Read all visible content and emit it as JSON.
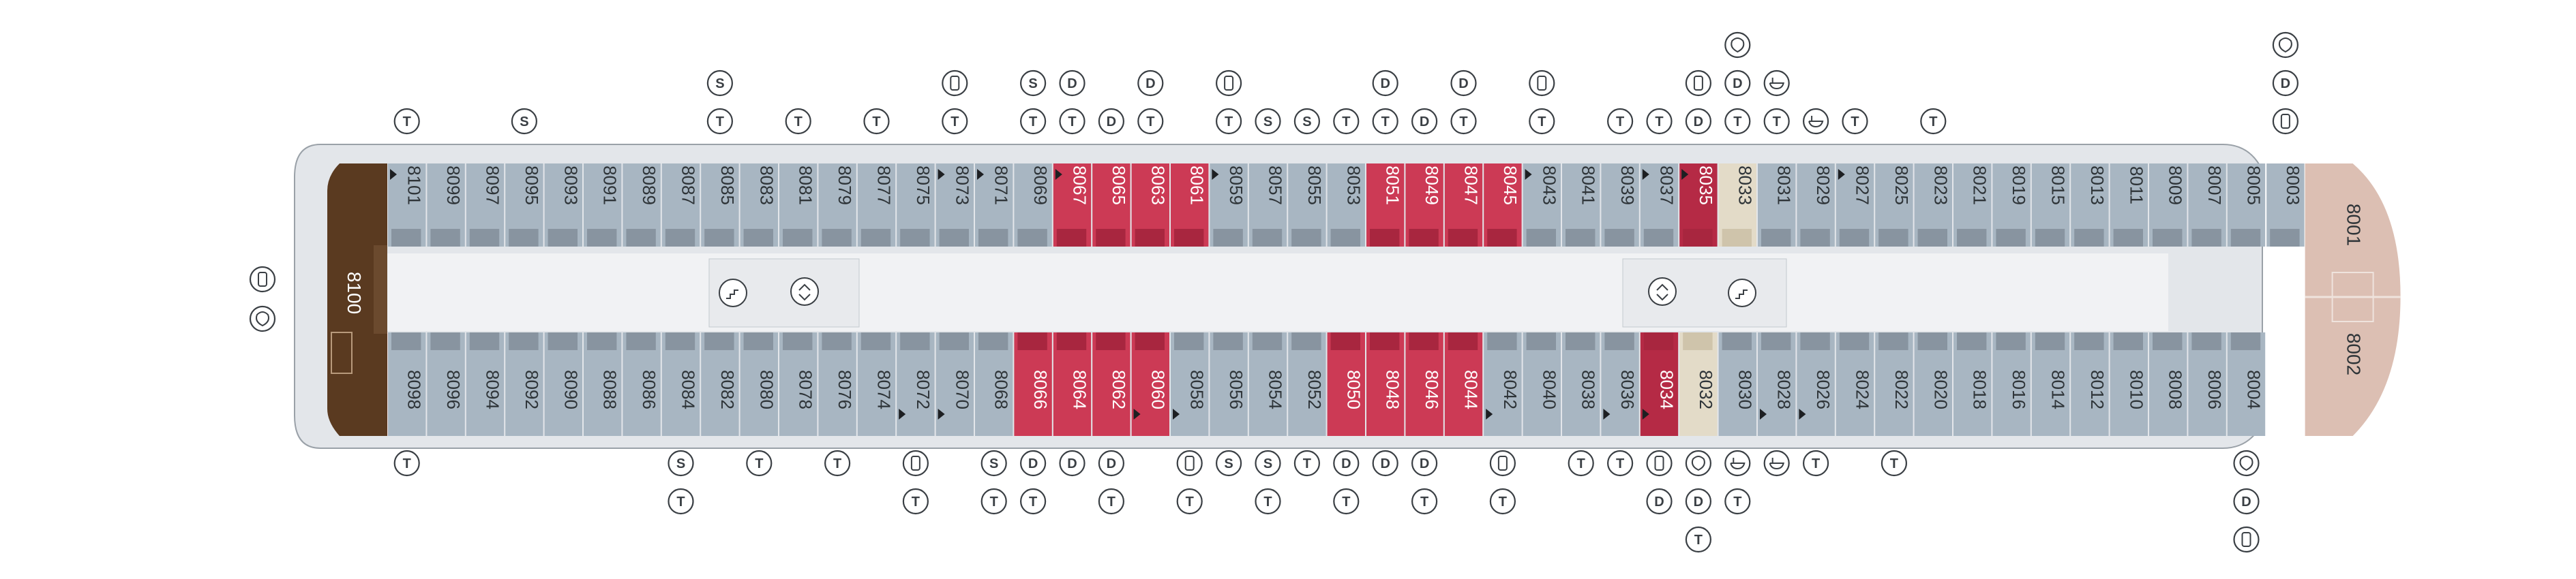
{
  "colors": {
    "hull": "#e3e6ea",
    "hull_stroke": "#9aa1a8",
    "corridor": "#f1f2f4",
    "cabin_standard": "#a8b6c2",
    "cabin_balcony_strip": "#8894a0",
    "cabin_red": "#cc3a55",
    "cabin_red_dark": "#b52a45",
    "cabin_beige": "#e3dbc8",
    "cabin_suite_brown": "#5a3a20",
    "bow_pink": "#dcbfb3",
    "text_dark": "#2e3438",
    "icon_stroke": "#3a3f44"
  },
  "legend_codes": {
    "T": "T",
    "S": "S",
    "D": "D"
  },
  "top_cabins": [
    {
      "num": "8101",
      "type": "std",
      "tri": true
    },
    {
      "num": "8099",
      "type": "std"
    },
    {
      "num": "8097",
      "type": "std"
    },
    {
      "num": "8095",
      "type": "std"
    },
    {
      "num": "8093",
      "type": "std"
    },
    {
      "num": "8091",
      "type": "std"
    },
    {
      "num": "8089",
      "type": "std"
    },
    {
      "num": "8087",
      "type": "std"
    },
    {
      "num": "8085",
      "type": "std"
    },
    {
      "num": "8083",
      "type": "std"
    },
    {
      "num": "8081",
      "type": "std"
    },
    {
      "num": "8079",
      "type": "std"
    },
    {
      "num": "8077",
      "type": "std"
    },
    {
      "num": "8075",
      "type": "std"
    },
    {
      "num": "8073",
      "type": "std",
      "tri": true
    },
    {
      "num": "8071",
      "type": "std",
      "tri": true
    },
    {
      "num": "8069",
      "type": "std"
    },
    {
      "num": "8067",
      "type": "red",
      "tri": true
    },
    {
      "num": "8065",
      "type": "red"
    },
    {
      "num": "8063",
      "type": "red"
    },
    {
      "num": "8061",
      "type": "red"
    },
    {
      "num": "8059",
      "type": "std",
      "tri": true
    },
    {
      "num": "8057",
      "type": "std"
    },
    {
      "num": "8055",
      "type": "std"
    },
    {
      "num": "8053",
      "type": "std"
    },
    {
      "num": "8051",
      "type": "red"
    },
    {
      "num": "8049",
      "type": "red"
    },
    {
      "num": "8047",
      "type": "red"
    },
    {
      "num": "8045",
      "type": "red"
    },
    {
      "num": "8043",
      "type": "std",
      "tri": true
    },
    {
      "num": "8041",
      "type": "std"
    },
    {
      "num": "8039",
      "type": "std"
    },
    {
      "num": "8037",
      "type": "std",
      "tri": true
    },
    {
      "num": "8035",
      "type": "reddark",
      "tri": true
    },
    {
      "num": "8033",
      "type": "beige"
    },
    {
      "num": "8031",
      "type": "std"
    },
    {
      "num": "8029",
      "type": "std"
    },
    {
      "num": "8027",
      "type": "std",
      "tri": true
    },
    {
      "num": "8025",
      "type": "std"
    },
    {
      "num": "8023",
      "type": "std"
    },
    {
      "num": "8021",
      "type": "std"
    },
    {
      "num": "8019",
      "type": "std"
    },
    {
      "num": "8015",
      "type": "std"
    },
    {
      "num": "8013",
      "type": "std"
    },
    {
      "num": "8011",
      "type": "std"
    },
    {
      "num": "8009",
      "type": "std"
    },
    {
      "num": "8007",
      "type": "std"
    },
    {
      "num": "8005",
      "type": "std"
    },
    {
      "num": "8003",
      "type": "std"
    }
  ],
  "bottom_cabins": [
    {
      "num": "8098",
      "type": "std"
    },
    {
      "num": "8096",
      "type": "std"
    },
    {
      "num": "8094",
      "type": "std"
    },
    {
      "num": "8092",
      "type": "std"
    },
    {
      "num": "8090",
      "type": "std"
    },
    {
      "num": "8088",
      "type": "std"
    },
    {
      "num": "8086",
      "type": "std"
    },
    {
      "num": "8084",
      "type": "std"
    },
    {
      "num": "8082",
      "type": "std"
    },
    {
      "num": "8080",
      "type": "std"
    },
    {
      "num": "8078",
      "type": "std"
    },
    {
      "num": "8076",
      "type": "std"
    },
    {
      "num": "8074",
      "type": "std"
    },
    {
      "num": "8072",
      "type": "std",
      "tri": true
    },
    {
      "num": "8070",
      "type": "std",
      "tri": true
    },
    {
      "num": "8068",
      "type": "std"
    },
    {
      "num": "8066",
      "type": "red"
    },
    {
      "num": "8064",
      "type": "red"
    },
    {
      "num": "8062",
      "type": "red"
    },
    {
      "num": "8060",
      "type": "red",
      "tri": true
    },
    {
      "num": "8058",
      "type": "std",
      "tri": true
    },
    {
      "num": "8056",
      "type": "std"
    },
    {
      "num": "8054",
      "type": "std"
    },
    {
      "num": "8052",
      "type": "std"
    },
    {
      "num": "8050",
      "type": "red"
    },
    {
      "num": "8048",
      "type": "red"
    },
    {
      "num": "8046",
      "type": "red"
    },
    {
      "num": "8044",
      "type": "red"
    },
    {
      "num": "8042",
      "type": "std",
      "tri": true
    },
    {
      "num": "8040",
      "type": "std"
    },
    {
      "num": "8038",
      "type": "std"
    },
    {
      "num": "8036",
      "type": "std",
      "tri": true
    },
    {
      "num": "8034",
      "type": "reddark",
      "tri": true
    },
    {
      "num": "8032",
      "type": "beige"
    },
    {
      "num": "8030",
      "type": "std"
    },
    {
      "num": "8028",
      "type": "std",
      "tri": true
    },
    {
      "num": "8026",
      "type": "std",
      "tri": true
    },
    {
      "num": "8024",
      "type": "std"
    },
    {
      "num": "8022",
      "type": "std"
    },
    {
      "num": "8020",
      "type": "std"
    },
    {
      "num": "8018",
      "type": "std"
    },
    {
      "num": "8016",
      "type": "std"
    },
    {
      "num": "8014",
      "type": "std"
    },
    {
      "num": "8012",
      "type": "std"
    },
    {
      "num": "8010",
      "type": "std"
    },
    {
      "num": "8008",
      "type": "std"
    },
    {
      "num": "8006",
      "type": "std"
    },
    {
      "num": "8004",
      "type": "std"
    }
  ],
  "special_cabins": {
    "stern_suite": "8100",
    "bow_top": "8001",
    "bow_bottom": "8002"
  },
  "top_icons": [
    {
      "col": 0,
      "stack": [
        "T"
      ]
    },
    {
      "col": 3,
      "stack": [
        "S"
      ]
    },
    {
      "col": 8,
      "stack": [
        "S",
        "T"
      ]
    },
    {
      "col": 10,
      "stack": [
        "T"
      ]
    },
    {
      "col": 12,
      "stack": [
        "T"
      ]
    },
    {
      "col": 14,
      "stack": [
        "crib",
        "T"
      ]
    },
    {
      "col": 16,
      "stack": [
        "S",
        "T"
      ]
    },
    {
      "col": 17,
      "stack": [
        "D",
        "T"
      ]
    },
    {
      "col": 18,
      "stack": [
        "D"
      ]
    },
    {
      "col": 19,
      "stack": [
        "D",
        "T"
      ]
    },
    {
      "col": 21,
      "stack": [
        "crib",
        "T"
      ]
    },
    {
      "col": 22,
      "stack": [
        "S"
      ]
    },
    {
      "col": 23,
      "stack": [
        "S"
      ]
    },
    {
      "col": 24,
      "stack": [
        "T"
      ]
    },
    {
      "col": 25,
      "stack": [
        "D",
        "T"
      ]
    },
    {
      "col": 26,
      "stack": [
        "D"
      ]
    },
    {
      "col": 27,
      "stack": [
        "D",
        "T"
      ]
    },
    {
      "col": 29,
      "stack": [
        "crib",
        "T"
      ]
    },
    {
      "col": 31,
      "stack": [
        "T"
      ]
    },
    {
      "col": 32,
      "stack": [
        "T"
      ]
    },
    {
      "col": 33,
      "stack": [
        "crib",
        "D"
      ]
    },
    {
      "col": 34,
      "stack": [
        "spa",
        "D",
        "T"
      ]
    },
    {
      "col": 35,
      "stack": [
        "tub",
        "T"
      ]
    },
    {
      "col": 36,
      "stack": [
        "tub"
      ]
    },
    {
      "col": 37,
      "stack": [
        "T"
      ]
    },
    {
      "col": 39,
      "stack": [
        "T"
      ]
    },
    {
      "col": 48,
      "stack": [
        "spa",
        "D",
        "crib"
      ]
    }
  ],
  "bottom_icons": [
    {
      "col": 0,
      "stack": [
        "T"
      ]
    },
    {
      "col": 7,
      "stack": [
        "S",
        "T"
      ]
    },
    {
      "col": 9,
      "stack": [
        "T"
      ]
    },
    {
      "col": 11,
      "stack": [
        "T"
      ]
    },
    {
      "col": 13,
      "stack": [
        "crib",
        "T"
      ]
    },
    {
      "col": 15,
      "stack": [
        "S",
        "T"
      ]
    },
    {
      "col": 16,
      "stack": [
        "D",
        "T"
      ]
    },
    {
      "col": 17,
      "stack": [
        "D"
      ]
    },
    {
      "col": 18,
      "stack": [
        "D",
        "T"
      ]
    },
    {
      "col": 20,
      "stack": [
        "crib",
        "T"
      ]
    },
    {
      "col": 21,
      "stack": [
        "S"
      ]
    },
    {
      "col": 22,
      "stack": [
        "S",
        "T"
      ]
    },
    {
      "col": 23,
      "stack": [
        "T"
      ]
    },
    {
      "col": 24,
      "stack": [
        "D",
        "T"
      ]
    },
    {
      "col": 25,
      "stack": [
        "D"
      ]
    },
    {
      "col": 26,
      "stack": [
        "D",
        "T"
      ]
    },
    {
      "col": 28,
      "stack": [
        "crib",
        "T"
      ]
    },
    {
      "col": 30,
      "stack": [
        "T"
      ]
    },
    {
      "col": 31,
      "stack": [
        "T"
      ]
    },
    {
      "col": 32,
      "stack": [
        "crib",
        "D"
      ]
    },
    {
      "col": 33,
      "stack": [
        "spa",
        "D",
        "T"
      ]
    },
    {
      "col": 34,
      "stack": [
        "tub",
        "T"
      ]
    },
    {
      "col": 35,
      "stack": [
        "tub"
      ]
    },
    {
      "col": 36,
      "stack": [
        "T"
      ]
    },
    {
      "col": 38,
      "stack": [
        "T"
      ]
    },
    {
      "col": 47,
      "stack": [
        "spa",
        "D",
        "crib"
      ]
    }
  ],
  "stern_icons": [
    "crib",
    "spa"
  ]
}
